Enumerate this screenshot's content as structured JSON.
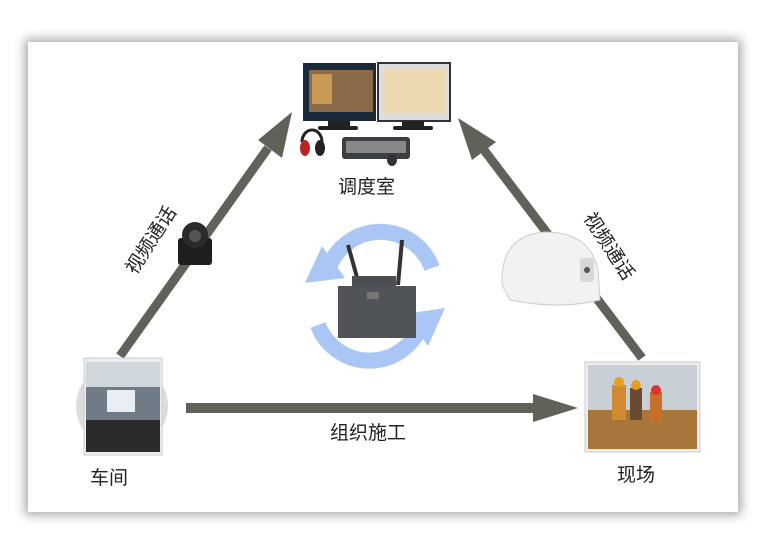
{
  "nodes": {
    "dispatch": "调度室",
    "workshop": "车间",
    "site": "现场"
  },
  "edges": {
    "left": "视频通话",
    "right": "视频通话",
    "bottom": "组织施工"
  },
  "colors": {
    "arrow": "#5f6259",
    "cycle": "#a9c6f5"
  }
}
